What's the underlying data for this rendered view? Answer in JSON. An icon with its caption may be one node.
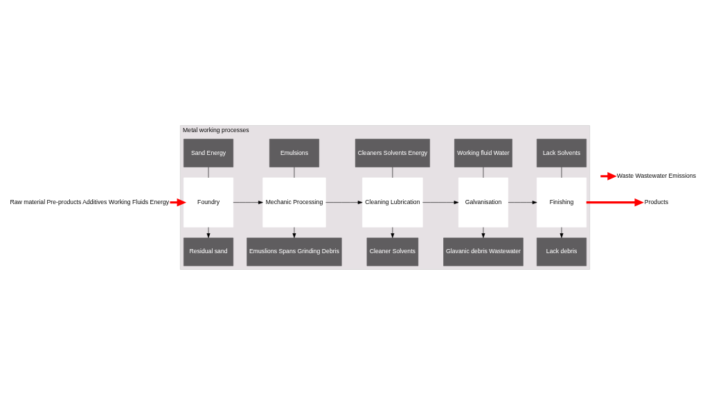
{
  "diagram": {
    "nodes": [
      {
        "text": [
          "Metal working processes"
        ]
      },
      {
        "text": [
          "Sand Energy"
        ],
        "in": 0
      },
      {
        "text": [
          "Emulsions"
        ],
        "in": 0
      },
      {
        "text": [
          "Cleaners Solvents Energy"
        ],
        "in": 0
      },
      {
        "text": [
          "Working fluid Water"
        ],
        "in": 0
      },
      {
        "text": [
          "Lack Solvents"
        ],
        "in": 0
      },
      {
        "text": [
          "Foundry"
        ],
        "in": 0
      },
      {
        "text": [
          "Mechanic Processing"
        ],
        "in": 0
      },
      {
        "text": [
          "Cleaning Lubrication"
        ],
        "in": 0
      },
      {
        "text": [
          "Galvanisation"
        ],
        "in": 0
      },
      {
        "text": [
          "Finishing"
        ],
        "in": 0
      },
      {
        "text": [
          "Residual sand"
        ],
        "in": 0
      },
      {
        "text": [
          "Emuslions Spans Grinding Debris"
        ],
        "in": 0
      },
      {
        "text": [
          "Cleaner Solvents"
        ],
        "in": 0
      },
      {
        "text": [
          "Glavanic debris Wastewater"
        ],
        "in": 0
      },
      {
        "text": [
          "Lack debris"
        ],
        "in": 0
      },
      {
        "text": [
          "Raw material Pre-products Additives Working Fluids Energy"
        ]
      },
      {
        "text": [
          "Products"
        ]
      },
      {
        "text": [
          "Waste Wastewater Emissions"
        ]
      }
    ],
    "edges": [
      {
        "from": 16,
        "to": 6,
        "arrow": "to",
        "style": "thick",
        "color": "#ff0000"
      },
      {
        "from": 1,
        "to": 6,
        "arrow": "none"
      },
      {
        "from": 2,
        "to": 7,
        "arrow": "none"
      },
      {
        "from": 3,
        "to": 8,
        "arrow": "none"
      },
      {
        "from": 4,
        "to": 9,
        "arrow": "none"
      },
      {
        "from": 5,
        "to": 10,
        "arrow": "none"
      },
      {
        "from": 6,
        "to": 7,
        "arrow": "to"
      },
      {
        "from": 7,
        "to": 8,
        "arrow": "to"
      },
      {
        "from": 8,
        "to": 9,
        "arrow": "to"
      },
      {
        "from": 9,
        "to": 10,
        "arrow": "to"
      },
      {
        "from": 6,
        "to": 11,
        "arrow": "to"
      },
      {
        "from": 7,
        "to": 12,
        "arrow": "to"
      },
      {
        "from": 8,
        "to": 13,
        "arrow": "to"
      },
      {
        "from": 9,
        "to": 14,
        "arrow": "to"
      },
      {
        "from": 10,
        "to": 15,
        "arrow": "to"
      },
      {
        "from": 10,
        "to": 17,
        "arrow": "to",
        "style": "thick",
        "color": "#ff0000"
      },
      {
        "from": null,
        "to": 18,
        "arrow": "to",
        "style": "thick",
        "color": "#ff0000"
      }
    ]
  }
}
